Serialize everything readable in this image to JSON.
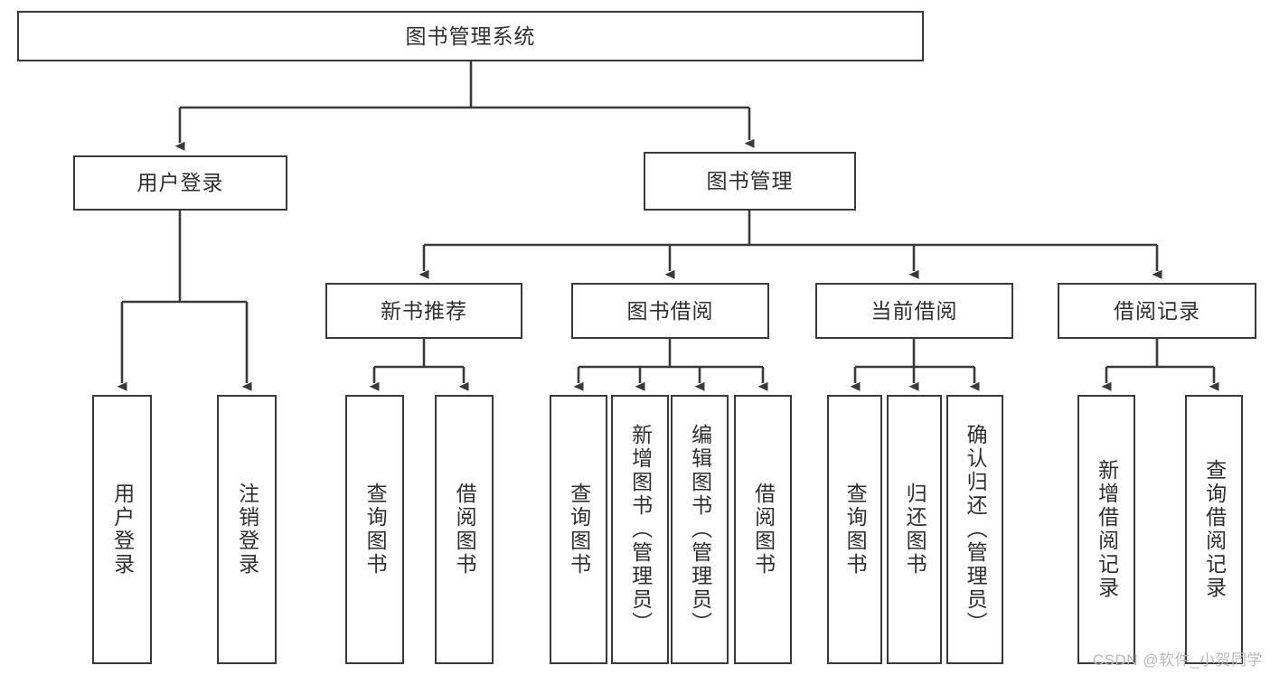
{
  "diagram": {
    "title": "图书管理系统",
    "type": "tree",
    "background": "#ffffff",
    "line_color": "#3a3a3a",
    "text_color": "#2f2f2f",
    "root": {
      "label": "图书管理系统"
    },
    "level2": [
      {
        "label": "用户登录"
      },
      {
        "label": "图书管理"
      }
    ],
    "level3": [
      {
        "label": "新书推荐"
      },
      {
        "label": "图书借阅"
      },
      {
        "label": "当前借阅"
      },
      {
        "label": "借阅记录"
      }
    ],
    "leaves": {
      "user_login": [
        {
          "label": "用户登录"
        },
        {
          "label": "注销登录"
        }
      ],
      "new_book": [
        {
          "label": "查询图书"
        },
        {
          "label": "借阅图书"
        }
      ],
      "borrow_book": [
        {
          "label": "查询图书"
        },
        {
          "label": "新增图书（管理员）"
        },
        {
          "label": "编辑图书（管理员）"
        },
        {
          "label": "借阅图书"
        }
      ],
      "current_borrow": [
        {
          "label": "查询图书"
        },
        {
          "label": "归还图书"
        },
        {
          "label": "确认归还（管理员）"
        }
      ],
      "borrow_record": [
        {
          "label": "新增借阅记录"
        },
        {
          "label": "查询借阅记录"
        }
      ]
    }
  },
  "watermark": {
    "text": "CSDN @软件_小贺同学"
  }
}
